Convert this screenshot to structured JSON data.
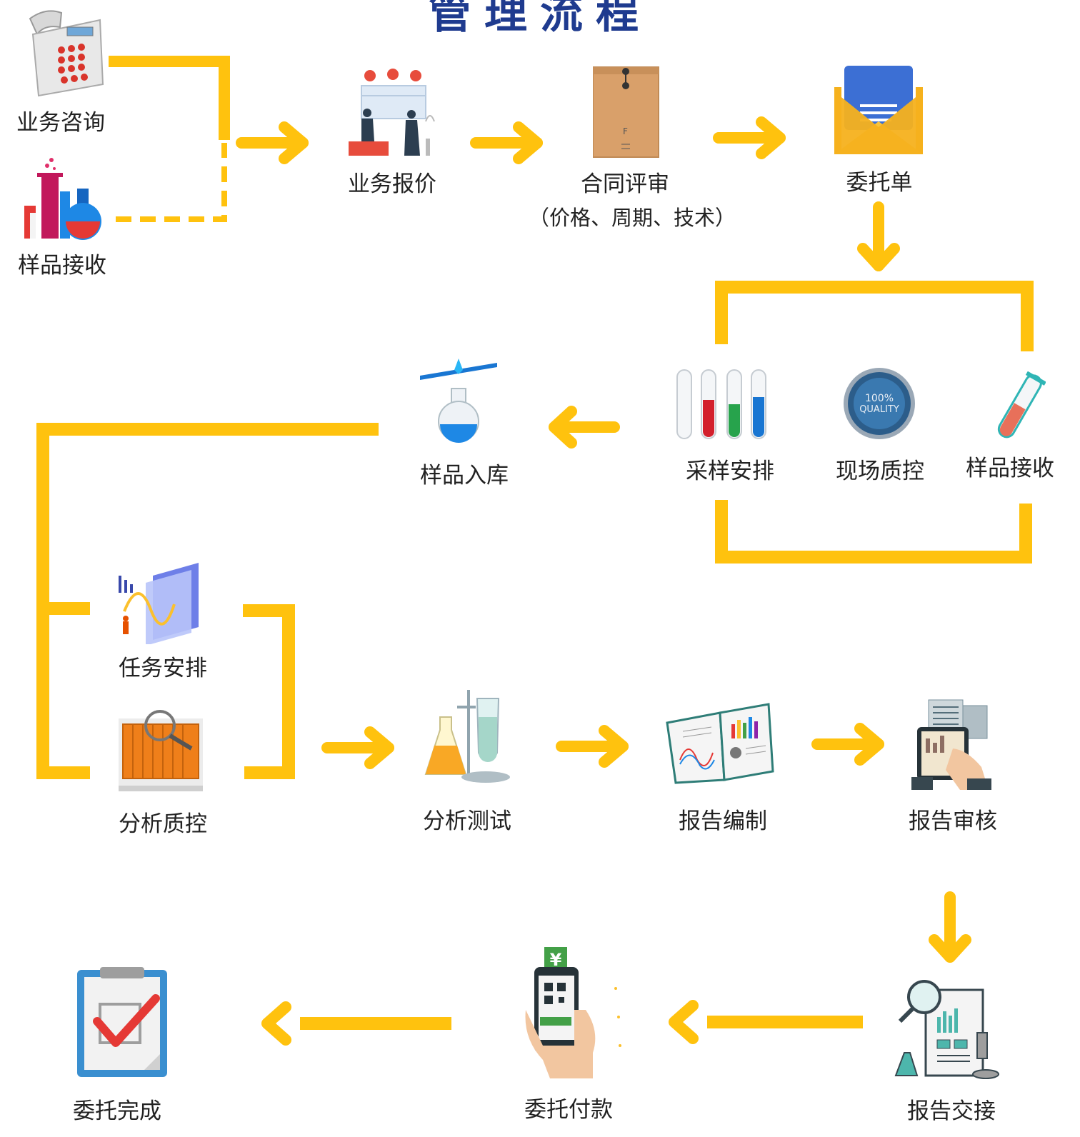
{
  "title": "管理流程",
  "nodes": {
    "consult": "业务咨询",
    "sample_receive_1": "样品接收",
    "quote": "业务报价",
    "contract_review": "合同评审",
    "contract_review_sub": "（价格、周期、技术）",
    "commission_form": "委托单",
    "sampling_plan": "采样安排",
    "field_qc": "现场质控",
    "sample_receive_2": "样品接收",
    "sample_storage": "样品入库",
    "task_plan": "任务安排",
    "analysis_qc": "分析质控",
    "analysis_test": "分析测试",
    "report_compile": "报告编制",
    "report_review": "报告审核",
    "report_handover": "报告交接",
    "commission_payment": "委托付款",
    "commission_complete": "委托完成"
  },
  "icons": {
    "quality_badge_text_1": "100%",
    "quality_badge_text_2": "QUALITY",
    "yuan_symbol": "¥"
  },
  "colors": {
    "connector": "#FFC20E",
    "title": "#1f3b8f"
  }
}
